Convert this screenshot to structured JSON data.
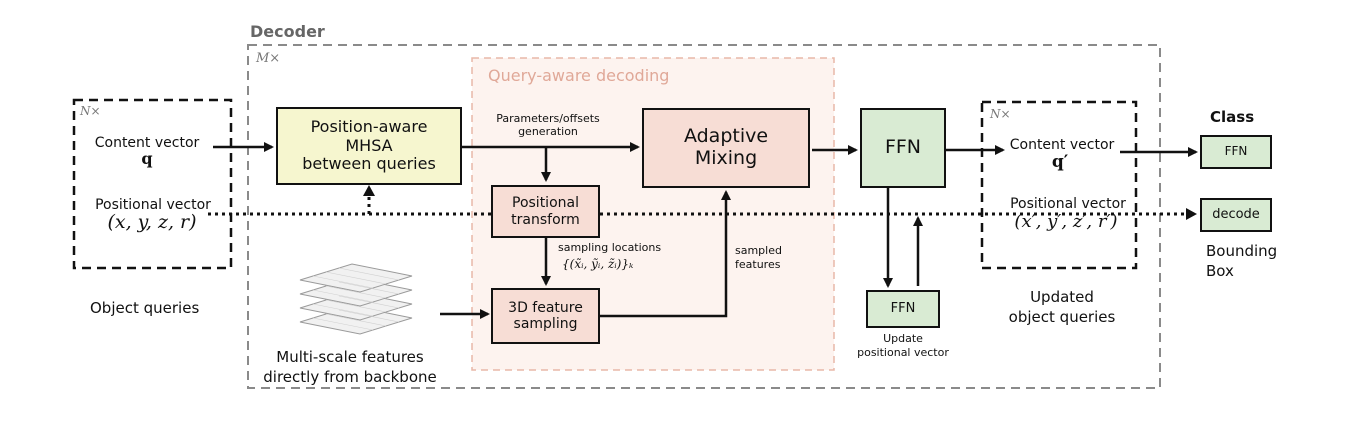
{
  "decoder_label": "Decoder",
  "m_times": "M×",
  "qad_label": "Query-aware decoding",
  "left_group": {
    "n_times": "N×",
    "content_label": "Content vector",
    "content_symbol": "q",
    "positional_label": "Positional vector",
    "positional_symbol": "(x, y, z, r)",
    "caption": "Object queries"
  },
  "mhsa_label": [
    "Position-aware",
    "MHSA",
    "between queries"
  ],
  "params_label": [
    "Parameters/offsets",
    "generation"
  ],
  "adaptive_label": [
    "Adaptive",
    "Mixing"
  ],
  "pos_transform_label": [
    "Positional",
    "transform"
  ],
  "sampling_locations_label": "sampling locations",
  "sampling_locations_math": "{(x̃ᵢ, ỹᵢ, z̃ᵢ)}ₖ",
  "sampled_features_label": [
    "sampled",
    "features"
  ],
  "feature_sampling_label": [
    "3D feature",
    "sampling"
  ],
  "multiscale_caption": [
    "Multi-scale features",
    "directly from backbone"
  ],
  "ffn_main": "FFN",
  "ffn_small": "FFN",
  "update_pos_caption": [
    "Update",
    "positional vector"
  ],
  "right_group": {
    "n_times": "N×",
    "content_label": "Content vector",
    "content_symbol": "q′",
    "positional_label": "Positional vector",
    "positional_symbol": "(x′, y′, z′, r′)",
    "caption": [
      "Updated",
      "object queries"
    ]
  },
  "class_label": "Class",
  "class_ffn": "FFN",
  "decode_label": "decode",
  "bbox_label": [
    "Bounding",
    "Box"
  ]
}
